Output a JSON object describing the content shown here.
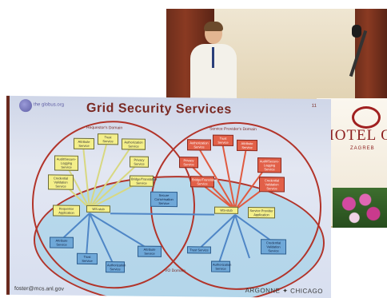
{
  "slide": {
    "title": "Grid Security Services",
    "slide_number": "11",
    "logo_text": "the globus.org",
    "left_domain": "Requestor's Domain",
    "right_domain": "Service Provider's Domain",
    "vo_domain": "VO Domain",
    "footer_left": "foster@mcs.anl.gov",
    "footer_right": "ARGONNE ✦ CHICAGO",
    "left_boxes": [
      "Attribute Service",
      "Trust Service",
      "Authorization Service",
      "Audit/Secure-Logging Service",
      "Privacy Service",
      "Credential Validation Service",
      "Requestor Application",
      "Bridge/Translation Service"
    ],
    "left_center": "WS-stub",
    "right_boxes": [
      "Authorization Service",
      "Trust Service",
      "Attribute Service",
      "Audit/Secure-Logging Service",
      "Privacy Service",
      "Credential Validation Service",
      "Service Provider Application",
      "Bridge/Translation Service"
    ],
    "right_center": "WS-stub",
    "middle_box": "Secure Conversation Service",
    "bottom_boxes": [
      "Attribute Service",
      "Trust Service",
      "Authorization Service",
      "Attribute Service",
      "Trust Service",
      "Authorization Service",
      "Credential Validation Service"
    ]
  },
  "photo": {
    "hotel_name": "HOTEL OPE",
    "hotel_sub": "ZAGREB"
  },
  "colors": {
    "ellipse": "#b2342a",
    "yellow_box": "#f4ef8a",
    "red_box": "#e26048",
    "blue_box": "#6fa8d8"
  }
}
